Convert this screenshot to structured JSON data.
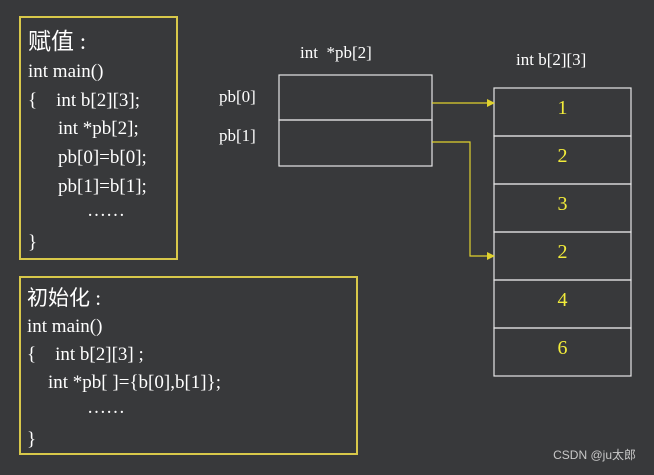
{
  "assignment_example": {
    "title": "赋值 :",
    "lines": [
      "int main()",
      "{    int b[2][3];",
      "int *pb[2];",
      "pb[0]=b[0];",
      "pb[1]=b[1];",
      "……",
      "}"
    ]
  },
  "initialization_example": {
    "title": "初始化 :",
    "lines": [
      "int main()",
      "{    int b[2][3] ;",
      "int *pb[ ]={b[0],b[1]};",
      "……",
      "}"
    ]
  },
  "pointer_array": {
    "label": "int  *pb[2]",
    "elements": [
      "pb[0]",
      "pb[1]"
    ]
  },
  "matrix": {
    "label": "int b[2][3]",
    "cells": [
      "1",
      "2",
      "3",
      "2",
      "4",
      "6"
    ]
  },
  "watermark": "CSDN @ju太郎",
  "colors": {
    "background": "#38393b",
    "box_border": "#d8c84a",
    "arrow": "#e0d22e",
    "cell_value": "#f2ec3a",
    "cell_border": "#e6e6e6"
  }
}
